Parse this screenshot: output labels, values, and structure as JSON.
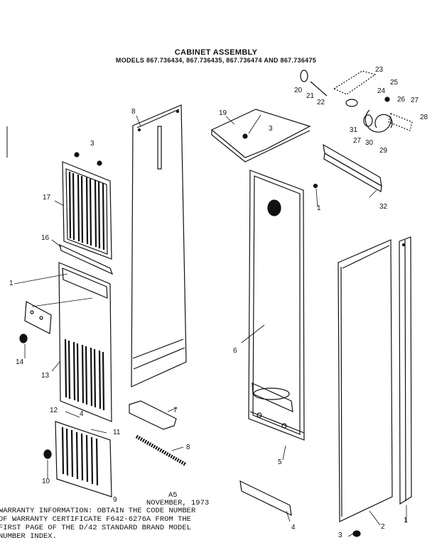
{
  "header": {
    "title": "CABINET ASSEMBLY",
    "models": "MODELS 867.736434, 867.736435, 867.736474 AND 867.736475"
  },
  "footer": {
    "page_code": "A5",
    "date": "NOVEMBER, 1973",
    "warranty_lines": [
      "WARRANTY INFORMATION: OBTAIN THE CODE NUMBER",
      "OF WARRANTY CERTIFICATE F642-6276A FROM THE",
      "FIRST PAGE OF THE D/42 STANDARD BRAND MODEL",
      "NUMBER INDEX."
    ]
  },
  "callouts": {
    "c1a": "1",
    "c1b": "1",
    "c1c": "1",
    "c2": "2",
    "c3a": "3",
    "c3b": "3",
    "c3c": "3",
    "c4": "4",
    "c4b": "4",
    "c5": "5",
    "c6": "6",
    "c7": "7",
    "c8a": "8",
    "c8b": "8",
    "c9": "9",
    "c10": "10",
    "c11": "11",
    "c12": "12",
    "c13": "13",
    "c14": "14",
    "c16": "16",
    "c17": "17",
    "c19": "19",
    "c20": "20",
    "c21": "21",
    "c22": "22",
    "c23": "23",
    "c24": "24",
    "c25": "25",
    "c26": "26",
    "c27a": "27",
    "c27b": "27",
    "c28": "28",
    "c29": "29",
    "c30": "30",
    "c31": "31",
    "c32": "32"
  }
}
